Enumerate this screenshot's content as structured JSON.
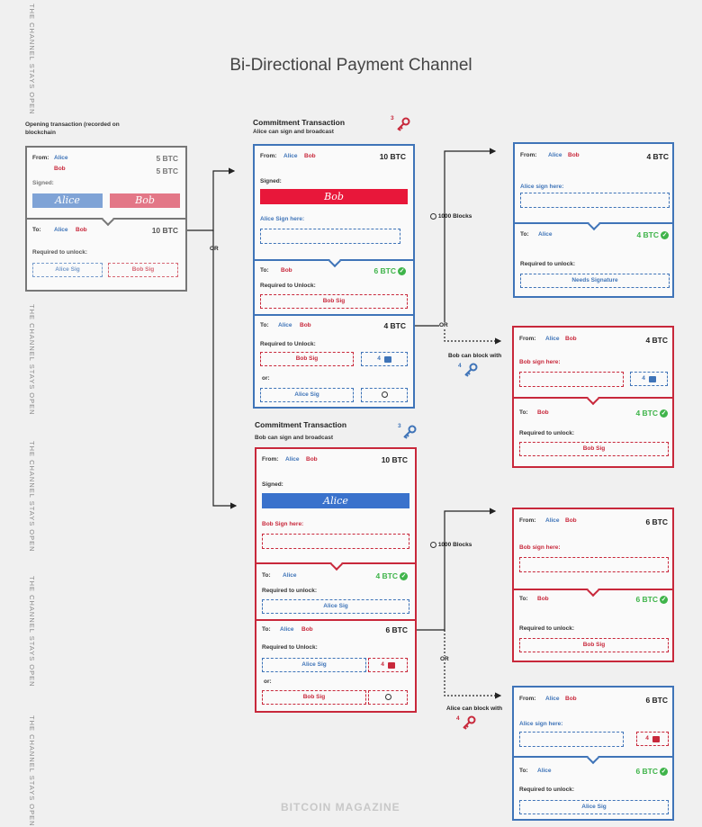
{
  "title": "Bi-Directional Payment Channel",
  "side_text": [
    "THE CHANNEL STAYS OPEN",
    "THE CHANNEL STAYS OPEN",
    "THE CHANNEL STAYS OPEN",
    "THE CHANNEL STAYS OPEN",
    "THE CHANNEL STAYS OPEN"
  ],
  "colors": {
    "alice": "#3f74b8",
    "bob": "#c8283b",
    "green": "#3fb44a"
  },
  "opening": {
    "caption": "Opening transaction (recorded on blockchain",
    "from_label": "From:",
    "alice": "Alice",
    "bob": "Bob",
    "alice_amt": "5 BTC",
    "bob_amt": "5 BTC",
    "signed_label": "Signed:",
    "sig_alice": "Alice",
    "sig_bob": "Bob",
    "to_label": "To:",
    "to_amt": "10 BTC",
    "req_label": "Required to unlock:",
    "alice_sig": "Alice Sig",
    "bob_sig": "Bob Sig"
  },
  "or_label": "OR",
  "commit_alice": {
    "title": "Commitment Transaction",
    "subtitle": "Alice can sign and broadcast",
    "key_num": "3",
    "from_label": "From:",
    "from_alice": "Alice",
    "from_bob": "Bob",
    "from_amt": "10 BTC",
    "signed_label": "Signed:",
    "sig_name": "Bob",
    "sign_here": "Alice Sign here:",
    "out1_to": "To:",
    "out1_name": "Bob",
    "out1_amt": "6 BTC",
    "out1_req": "Required to Unlock:",
    "out1_sig": "Bob Sig",
    "out2_to": "To:",
    "out2_alice": "Alice",
    "out2_bob": "Bob",
    "out2_amt": "4 BTC",
    "out2_req": "Required to Unlock:",
    "out2_sig1": "Bob Sig",
    "out2_lock": "4",
    "or_small": "or:",
    "out2_sig2": "Alice Sig"
  },
  "commit_bob": {
    "title": "Commitment Transaction",
    "subtitle": "Bob can sign and broadcast",
    "key_num": "3",
    "from_label": "From:",
    "from_alice": "Alice",
    "from_bob": "Bob",
    "from_amt": "10 BTC",
    "signed_label": "Signed:",
    "sig_name": "Alice",
    "sign_here": "Bob Sign here:",
    "out1_to": "To:",
    "out1_name": "Alice",
    "out1_amt": "4 BTC",
    "out1_req": "Required to unlock:",
    "out1_sig": "Alice Sig",
    "out2_to": "To:",
    "out2_alice": "Alice",
    "out2_bob": "Bob",
    "out2_amt": "6 BTC",
    "out2_req": "Required to Unlock:",
    "out2_sig1": "Alice Sig",
    "out2_lock": "4",
    "or_small": "or:",
    "out2_sig2": "Bob Sig"
  },
  "mid_labels": {
    "blocks1": "1000 Blocks",
    "or1": "OR",
    "bob_block": "Bob can block with",
    "bob_key": "4",
    "blocks2": "1000 Blocks",
    "or2": "OR",
    "alice_block": "Alice can block with",
    "alice_key": "4"
  },
  "r1": {
    "from_label": "From:",
    "alice": "Alice",
    "bob": "Bob",
    "amt": "4 BTC",
    "sign_here": "Alice sign here:",
    "to_label": "To:",
    "to_name": "Alice",
    "to_amt": "4 BTC",
    "req": "Required to unlock:",
    "sig": "Needs Signature"
  },
  "r2": {
    "from_label": "From:",
    "alice": "Alice",
    "bob": "Bob",
    "amt": "4 BTC",
    "sign_here": "Bob sign here:",
    "lock": "4",
    "to_label": "To:",
    "to_name": "Bob",
    "to_amt": "4 BTC",
    "req": "Required to unlock:",
    "sig": "Bob Sig"
  },
  "r3": {
    "from_label": "From:",
    "alice": "Alice",
    "bob": "Bob",
    "amt": "6 BTC",
    "sign_here": "Bob sign here:",
    "to_label": "To:",
    "to_name": "Bob",
    "to_amt": "6 BTC",
    "req": "Required to unlock:",
    "sig": "Bob Sig"
  },
  "r4": {
    "from_label": "From:",
    "alice": "Alice",
    "bob": "Bob",
    "amt": "6 BTC",
    "sign_here": "Alice sign here:",
    "lock": "4",
    "to_label": "To:",
    "to_name": "Alice",
    "to_amt": "6 BTC",
    "req": "Required to unlock:",
    "sig": "Alice Sig"
  },
  "watermark": "BITCOIN MAGAZINE"
}
